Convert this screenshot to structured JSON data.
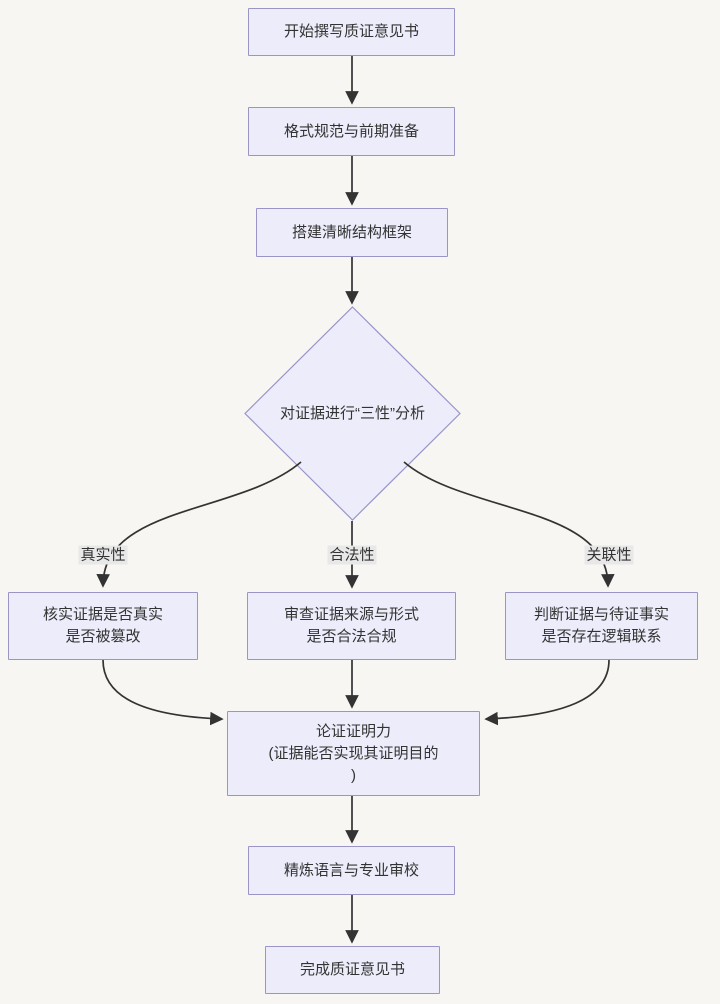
{
  "theme": {
    "node_fill": "#ececfa",
    "node_border": "#9a94c7",
    "line_color": "#333333",
    "text_color": "#333333",
    "label_bg": "#e8e8e8",
    "page_bg": "#f7f6f3"
  },
  "diagram": {
    "type": "flowchart",
    "nodes": {
      "start": {
        "label": "开始撰写质证意见书"
      },
      "prep": {
        "label": "格式规范与前期准备"
      },
      "structure": {
        "label": "搭建清晰结构框架"
      },
      "analysis": {
        "label": "对证据进行“三性”分析",
        "shape": "diamond"
      },
      "authenticity": {
        "lines": [
          "核实证据是否真实",
          "是否被篡改"
        ]
      },
      "legality": {
        "lines": [
          "审查证据来源与形式",
          "是否合法合规"
        ]
      },
      "relevance": {
        "lines": [
          "判断证据与待证事实",
          "是否存在逻辑联系"
        ]
      },
      "probative": {
        "lines": [
          "论证证明力",
          "(证据能否实现其证明目的",
          ")"
        ]
      },
      "refine": {
        "label": "精炼语言与专业审校"
      },
      "complete": {
        "label": "完成质证意见书"
      }
    },
    "edge_labels": {
      "authenticity": "真实性",
      "legality": "合法性",
      "relevance": "关联性"
    },
    "edges": [
      {
        "from": "start",
        "to": "prep"
      },
      {
        "from": "prep",
        "to": "structure"
      },
      {
        "from": "structure",
        "to": "analysis"
      },
      {
        "from": "analysis",
        "to": "authenticity",
        "label": "真实性"
      },
      {
        "from": "analysis",
        "to": "legality",
        "label": "合法性"
      },
      {
        "from": "analysis",
        "to": "relevance",
        "label": "关联性"
      },
      {
        "from": "authenticity",
        "to": "probative"
      },
      {
        "from": "legality",
        "to": "probative"
      },
      {
        "from": "relevance",
        "to": "probative"
      },
      {
        "from": "probative",
        "to": "refine"
      },
      {
        "from": "refine",
        "to": "complete"
      }
    ]
  }
}
